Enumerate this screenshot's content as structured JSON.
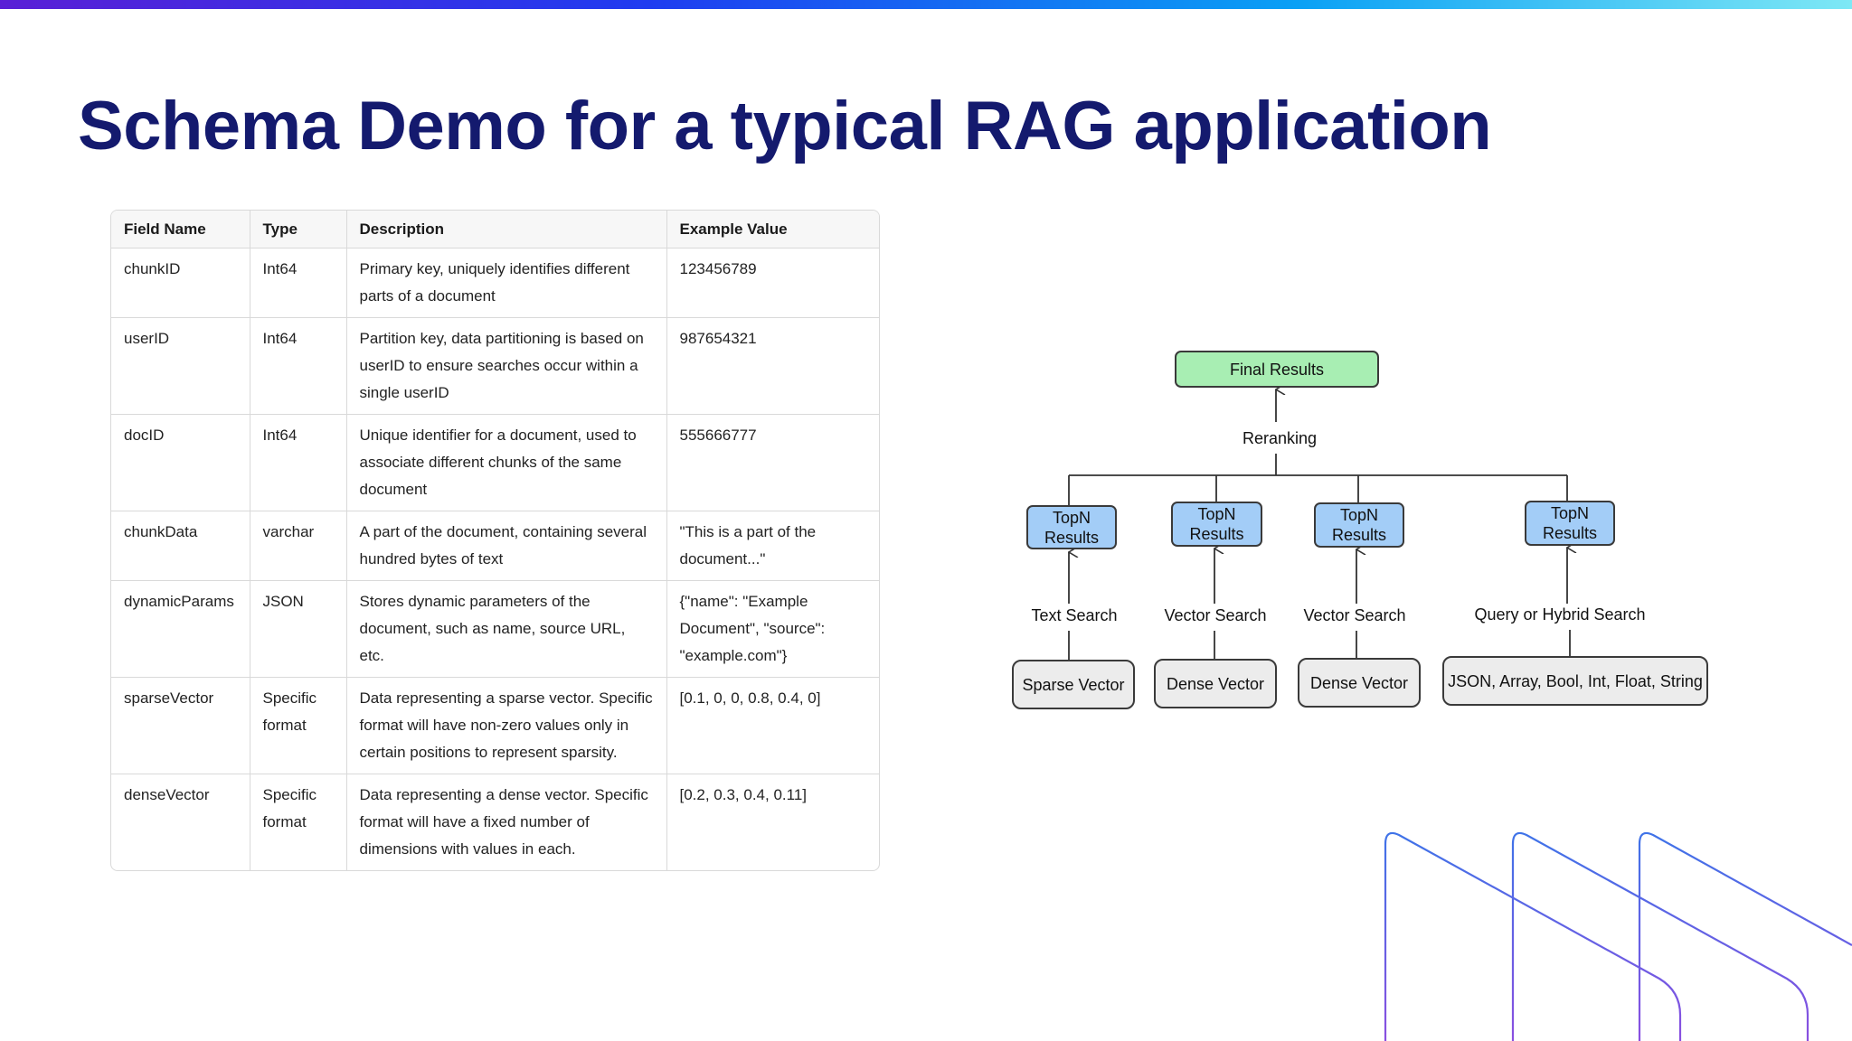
{
  "title": "Schema Demo for a typical RAG application",
  "table": {
    "headers": [
      "Field Name",
      "Type",
      "Description",
      "Example Value"
    ],
    "rows": [
      [
        "chunkID",
        "Int64",
        "Primary key, uniquely identifies different parts of a document",
        "123456789"
      ],
      [
        "userID",
        "Int64",
        "Partition key, data partitioning is based on userID to ensure searches occur within a single userID",
        "987654321"
      ],
      [
        "docID",
        "Int64",
        "Unique identifier for a document, used to associate different chunks of the same document",
        "555666777"
      ],
      [
        "chunkData",
        "varchar",
        "A part of the document, containing several hundred bytes of text",
        "\"This is a part of the document...\""
      ],
      [
        "dynamicParams",
        "JSON",
        "Stores dynamic parameters of the document, such as name, source URL, etc.",
        "{\"name\": \"Example Document\", \"source\": \"example.com\"}"
      ],
      [
        "sparseVector",
        "Specific format",
        "Data representing a sparse vector. Specific format will have non-zero values only in certain positions to represent sparsity.",
        "[0.1, 0, 0, 0.8, 0.4, 0]"
      ],
      [
        "denseVector",
        "Specific format",
        "Data representing a dense vector. Specific format will have a fixed number of dimensions with values in each.",
        "[0.2, 0.3, 0.4, 0.11]"
      ]
    ]
  },
  "diagram": {
    "final": "Final Results",
    "reranking": "Reranking",
    "branches": [
      {
        "topn": "TopN Results",
        "search": "Text Search",
        "source": "Sparse Vector"
      },
      {
        "topn": "TopN Results",
        "search": "Vector Search",
        "source": "Dense Vector"
      },
      {
        "topn": "TopN Results",
        "search": "Vector Search",
        "source": "Dense Vector"
      },
      {
        "topn": "TopN Results",
        "search": "Query or Hybrid Search",
        "source": "JSON, Array, Bool, Int, Float, String"
      }
    ]
  },
  "colors": {
    "title": "#141a6e",
    "final_node": "#a8eeb3",
    "topn_node": "#a3cdf7",
    "source_node": "#ececec",
    "decor_lines": "#4a6fe0"
  }
}
